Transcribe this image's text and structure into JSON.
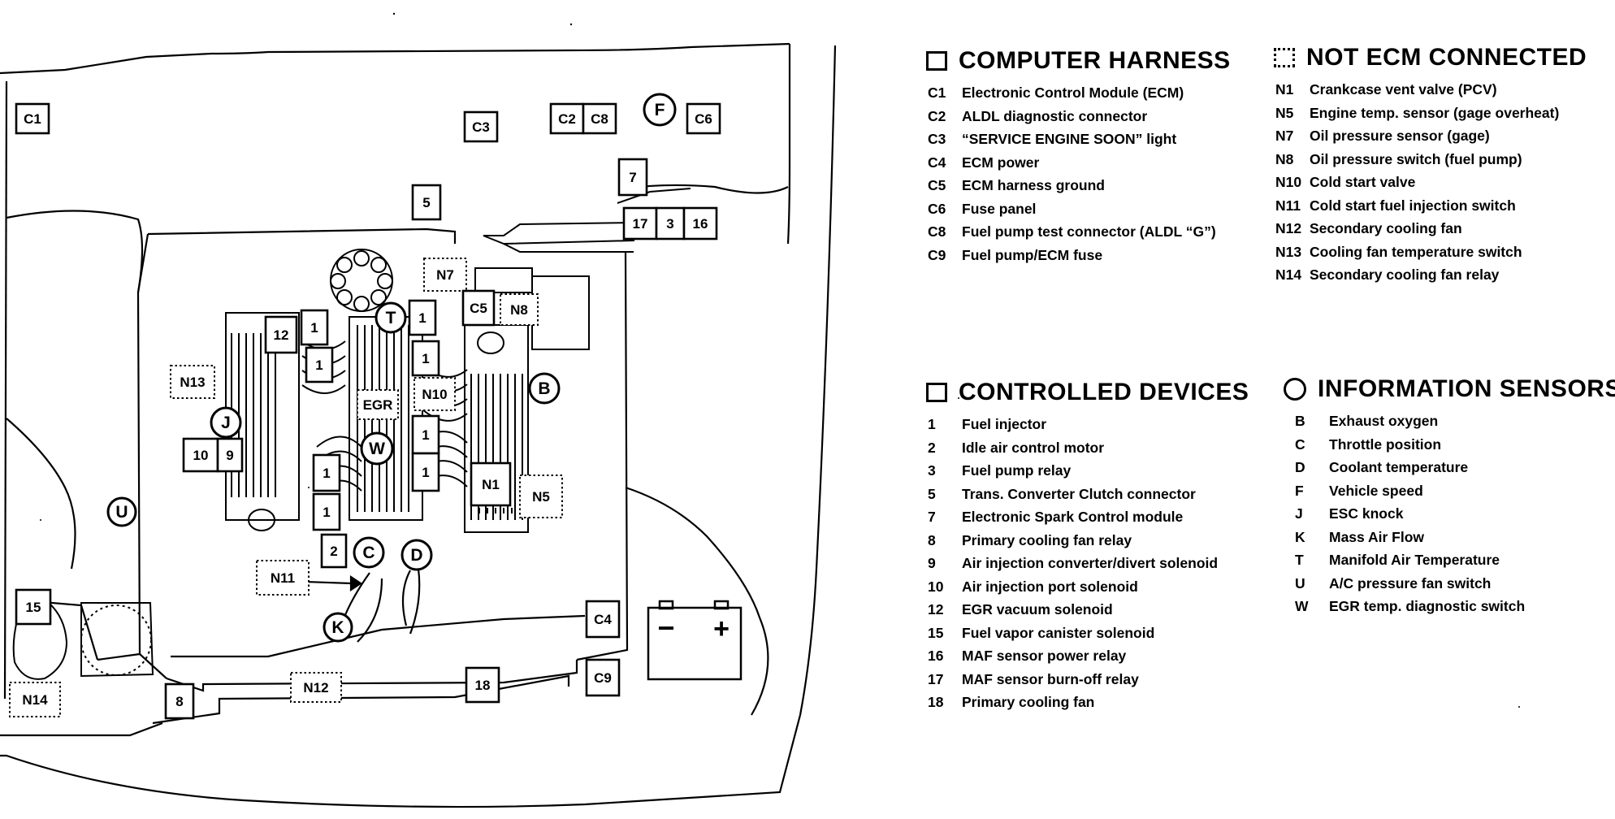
{
  "diagram": {
    "boxes": [
      {
        "id": "c1",
        "label": "C1",
        "style": "solid"
      },
      {
        "id": "c3",
        "label": "C3",
        "style": "solid"
      },
      {
        "id": "c2",
        "label": "C2",
        "style": "solid"
      },
      {
        "id": "c8",
        "label": "C8",
        "style": "solid"
      },
      {
        "id": "c6",
        "label": "C6",
        "style": "solid"
      },
      {
        "id": "b5",
        "label": "5",
        "style": "solid"
      },
      {
        "id": "b7",
        "label": "7",
        "style": "solid"
      },
      {
        "id": "b17",
        "label": "17",
        "style": "solid"
      },
      {
        "id": "b3",
        "label": "3",
        "style": "solid"
      },
      {
        "id": "b16",
        "label": "16",
        "style": "solid"
      },
      {
        "id": "n7",
        "label": "N7",
        "style": "dotted"
      },
      {
        "id": "c5",
        "label": "C5",
        "style": "solid"
      },
      {
        "id": "n8",
        "label": "N8",
        "style": "dotted"
      },
      {
        "id": "b12",
        "label": "12",
        "style": "solid"
      },
      {
        "id": "b1a",
        "label": "1",
        "style": "solid"
      },
      {
        "id": "b1b",
        "label": "1",
        "style": "solid"
      },
      {
        "id": "b1c",
        "label": "1",
        "style": "solid"
      },
      {
        "id": "b1d",
        "label": "1",
        "style": "solid"
      },
      {
        "id": "n13",
        "label": "N13",
        "style": "dotted"
      },
      {
        "id": "egr",
        "label": "EGR",
        "style": "dotted"
      },
      {
        "id": "n10",
        "label": "N10",
        "style": "dotted"
      },
      {
        "id": "b1e",
        "label": "1",
        "style": "solid"
      },
      {
        "id": "b1f",
        "label": "1",
        "style": "solid"
      },
      {
        "id": "b10",
        "label": "10",
        "style": "solid"
      },
      {
        "id": "b9",
        "label": "9",
        "style": "solid"
      },
      {
        "id": "b1g",
        "label": "1",
        "style": "solid"
      },
      {
        "id": "b1h",
        "label": "1",
        "style": "solid"
      },
      {
        "id": "n1",
        "label": "N1",
        "style": "solid"
      },
      {
        "id": "n5",
        "label": "N5",
        "style": "dotted"
      },
      {
        "id": "b2",
        "label": "2",
        "style": "solid"
      },
      {
        "id": "n11",
        "label": "N11",
        "style": "dotted"
      },
      {
        "id": "b15",
        "label": "15",
        "style": "solid"
      },
      {
        "id": "c4",
        "label": "C4",
        "style": "solid"
      },
      {
        "id": "c9",
        "label": "C9",
        "style": "solid"
      },
      {
        "id": "b18",
        "label": "18",
        "style": "solid"
      },
      {
        "id": "n12",
        "label": "N12",
        "style": "dotted"
      },
      {
        "id": "n14",
        "label": "N14",
        "style": "dotted"
      },
      {
        "id": "b8",
        "label": "8",
        "style": "solid"
      }
    ],
    "circles": [
      {
        "id": "f",
        "label": "F"
      },
      {
        "id": "t",
        "label": "T"
      },
      {
        "id": "b",
        "label": "B"
      },
      {
        "id": "j",
        "label": "J"
      },
      {
        "id": "w",
        "label": "W"
      },
      {
        "id": "u",
        "label": "U"
      },
      {
        "id": "c",
        "label": "C"
      },
      {
        "id": "d",
        "label": "D"
      },
      {
        "id": "k",
        "label": "K"
      }
    ],
    "battery": {
      "minus": "−",
      "plus": "+"
    }
  },
  "legends": {
    "computer_harness": {
      "title": "COMPUTER HARNESS",
      "items": [
        {
          "code": "C1",
          "text": "Electronic Control Module (ECM)"
        },
        {
          "code": "C2",
          "text": "ALDL diagnostic connector"
        },
        {
          "code": "C3",
          "text": "“SERVICE ENGINE SOON” light"
        },
        {
          "code": "C4",
          "text": "ECM power"
        },
        {
          "code": "C5",
          "text": "ECM harness ground"
        },
        {
          "code": "C6",
          "text": "Fuse panel"
        },
        {
          "code": "C8",
          "text": "Fuel pump test connector (ALDL “G”)"
        },
        {
          "code": "C9",
          "text": "Fuel pump/ECM fuse"
        }
      ]
    },
    "not_ecm_connected": {
      "title": "NOT ECM CONNECTED",
      "items": [
        {
          "code": "N1",
          "text": "Crankcase vent valve (PCV)"
        },
        {
          "code": "N5",
          "text": "Engine temp. sensor (gage overheat)"
        },
        {
          "code": "N7",
          "text": "Oil pressure sensor (gage)"
        },
        {
          "code": "N8",
          "text": "Oil pressure switch (fuel pump)"
        },
        {
          "code": "N10",
          "text": "Cold start  valve"
        },
        {
          "code": "N11",
          "text": "Cold start fuel injection switch"
        },
        {
          "code": "N12",
          "text": "Secondary cooling fan"
        },
        {
          "code": "N13",
          "text": "Cooling fan temperature switch"
        },
        {
          "code": "N14",
          "text": "Secondary cooling fan relay"
        }
      ]
    },
    "controlled_devices": {
      "title": "CONTROLLED DEVICES",
      "items": [
        {
          "code": "1",
          "text": "Fuel injector"
        },
        {
          "code": "2",
          "text": "Idle air control motor"
        },
        {
          "code": "3",
          "text": "Fuel pump relay"
        },
        {
          "code": "5",
          "text": "Trans. Converter Clutch connector"
        },
        {
          "code": "7",
          "text": "Electronic Spark Control module"
        },
        {
          "code": "8",
          "text": "Primary cooling fan relay"
        },
        {
          "code": "9",
          "text": "Air injection converter/divert solenoid"
        },
        {
          "code": "10",
          "text": "Air injection port solenoid"
        },
        {
          "code": "12",
          "text": "EGR vacuum solenoid"
        },
        {
          "code": "15",
          "text": "Fuel vapor canister solenoid"
        },
        {
          "code": "16",
          "text": "MAF sensor power relay"
        },
        {
          "code": "17",
          "text": "MAF sensor burn-off relay"
        },
        {
          "code": "18",
          "text": "Primary cooling fan"
        }
      ]
    },
    "information_sensors": {
      "title": "INFORMATION SENSORS",
      "items": [
        {
          "code": "B",
          "text": "Exhaust oxygen"
        },
        {
          "code": "C",
          "text": "Throttle position"
        },
        {
          "code": "D",
          "text": "Coolant temperature"
        },
        {
          "code": "F",
          "text": "Vehicle speed"
        },
        {
          "code": "J",
          "text": "ESC knock"
        },
        {
          "code": "K",
          "text": "Mass Air Flow"
        },
        {
          "code": "T",
          "text": "Manifold Air Temperature"
        },
        {
          "code": "U",
          "text": "A/C pressure fan switch"
        },
        {
          "code": "W",
          "text": "EGR temp. diagnostic switch"
        }
      ]
    }
  }
}
